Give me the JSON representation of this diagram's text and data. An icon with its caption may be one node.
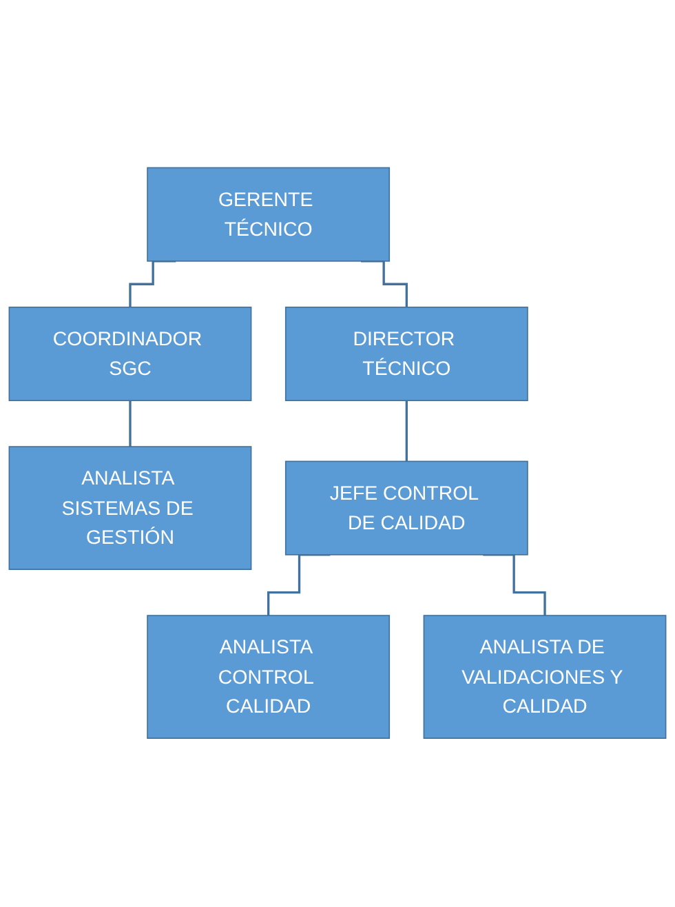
{
  "diagram": {
    "nodes": [
      {
        "text": [
          "GERENTE TÉCNICO"
        ]
      },
      {
        "text": [
          "COORDINADOR SGC"
        ]
      },
      {
        "text": [
          "DIRECTOR TÉCNICO"
        ]
      },
      {
        "text": [
          "ANALISTA SISTEMAS DE GESTIÓN"
        ]
      },
      {
        "text": [
          "JEFE CONTROL DE CALIDAD"
        ]
      },
      {
        "text": [
          "ANALISTA CONTROL CALIDAD"
        ]
      },
      {
        "text": [
          "ANALISTA DE VALIDACIONES Y CALIDAD"
        ]
      }
    ],
    "edges": [
      {
        "from": 0,
        "to": 1,
        "arrow": "none"
      },
      {
        "from": 0,
        "to": 2,
        "arrow": "none"
      },
      {
        "from": 1,
        "to": 3,
        "arrow": "none"
      },
      {
        "from": 2,
        "to": 4,
        "arrow": "none"
      },
      {
        "from": 4,
        "to": 5,
        "arrow": "none"
      },
      {
        "from": 4,
        "to": 6,
        "arrow": "none"
      }
    ]
  }
}
